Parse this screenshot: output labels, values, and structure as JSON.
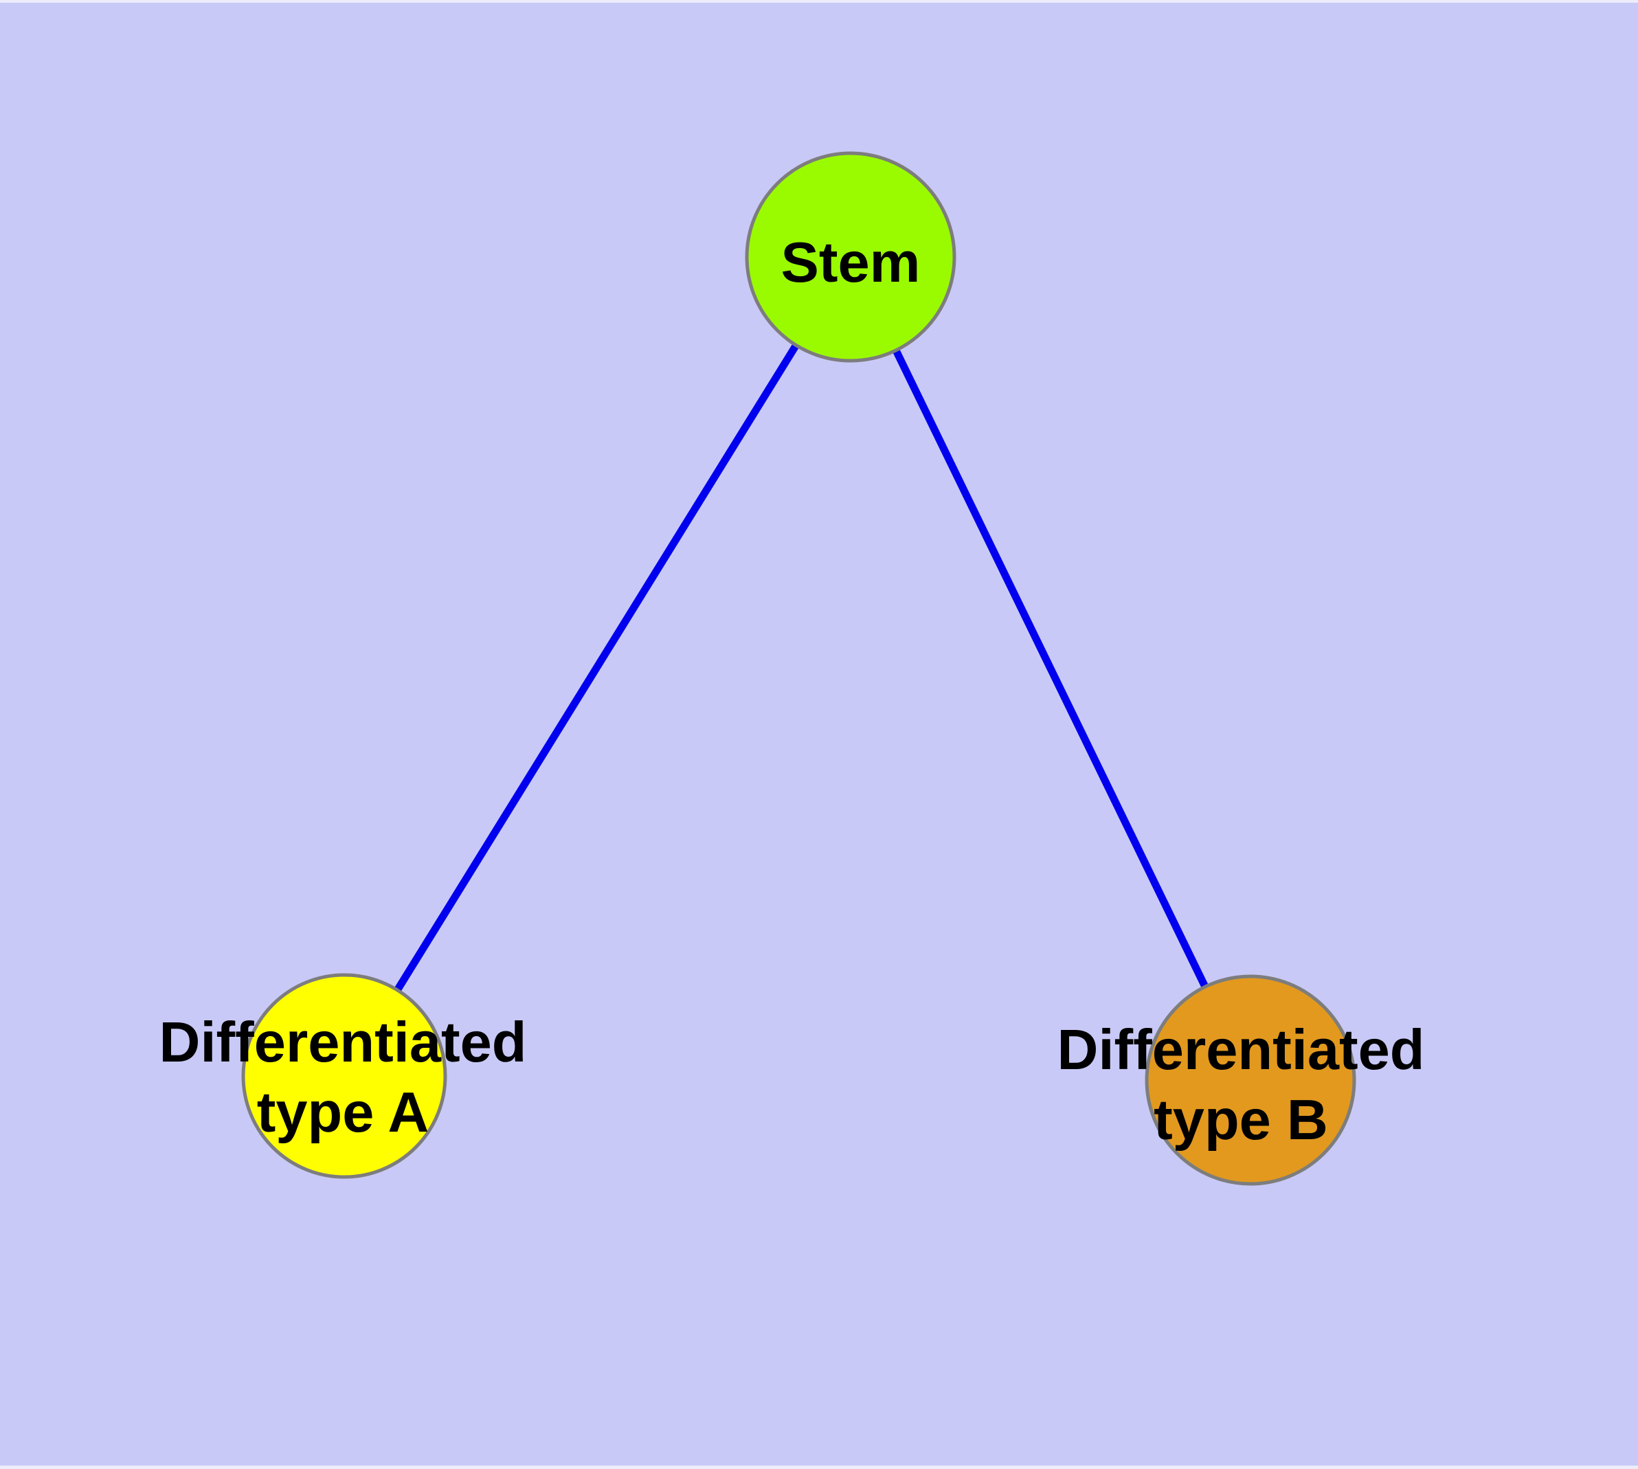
{
  "canvas": {
    "background": "#C9C9F7",
    "edge_strip_color": "#ECECFB"
  },
  "graph": {
    "edge_color": "#0000EE",
    "node_border_color": "#7D7D7D",
    "nodes": [
      {
        "id": "stem",
        "label": "Stem",
        "fill": "#9AFB00"
      },
      {
        "id": "differentiated-type-a",
        "label_line1": "Differentiated",
        "label_line2": "type A",
        "fill": "#FFFF00"
      },
      {
        "id": "differentiated-type-b",
        "label_line1": "Differentiated",
        "label_line2": "type B",
        "fill": "#E2991E"
      }
    ],
    "edges": [
      {
        "from": "stem",
        "to": "differentiated-type-a"
      },
      {
        "from": "stem",
        "to": "differentiated-type-b"
      }
    ]
  }
}
